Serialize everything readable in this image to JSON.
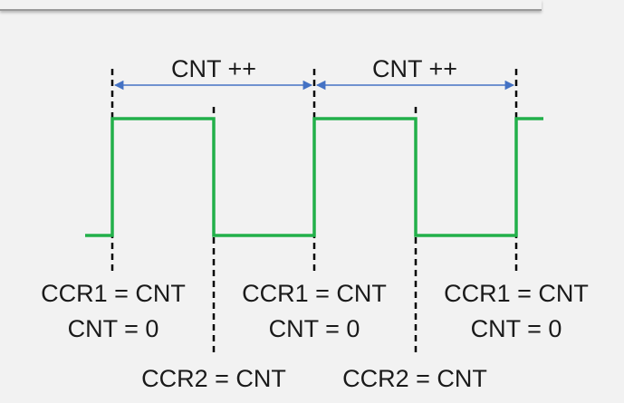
{
  "colors": {
    "signal": "#22b04a",
    "arrow": "#4472c4",
    "marker": "#000000",
    "text": "#1a1a1a",
    "background": "#f2f2f2"
  },
  "counter_labels": [
    {
      "text": "CNT ++"
    },
    {
      "text": "CNT ++"
    }
  ],
  "ccr1_events": [
    {
      "line1": "CCR1 = CNT",
      "line2": "CNT = 0"
    },
    {
      "line1": "CCR1 = CNT",
      "line2": "CNT = 0"
    },
    {
      "line1": "CCR1 = CNT",
      "line2": "CNT = 0"
    }
  ],
  "ccr2_events": [
    {
      "text": "CCR2 = CNT"
    },
    {
      "text": "CCR2 = CNT"
    }
  ]
}
